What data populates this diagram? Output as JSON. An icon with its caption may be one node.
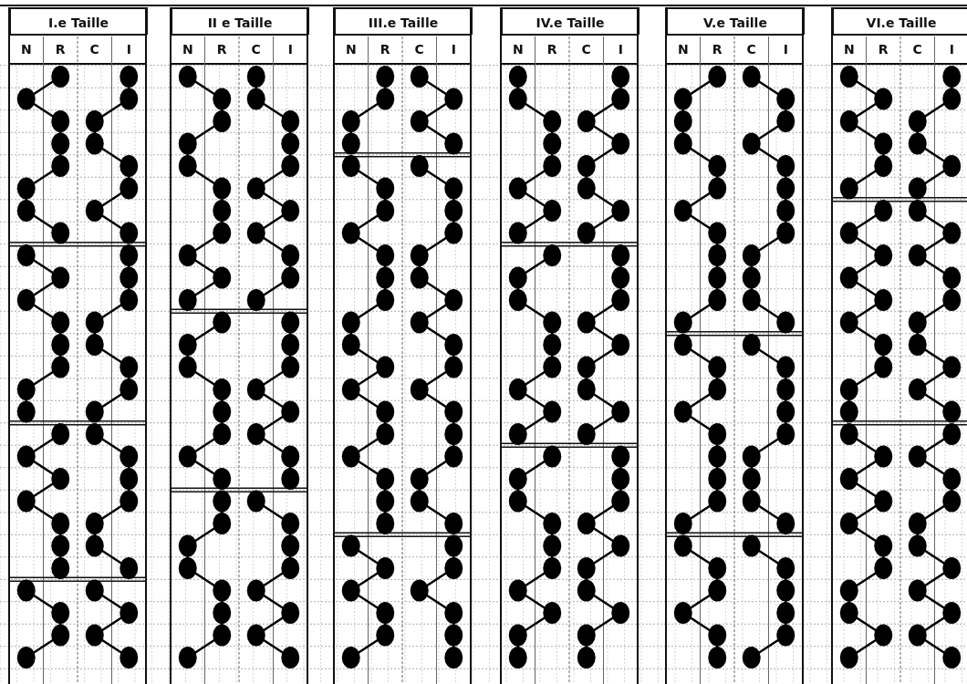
{
  "diagram": {
    "labels": [
      "I.e Taille",
      "N",
      "R",
      "C",
      "I",
      "II e Taille",
      "N",
      "R",
      "C",
      "I",
      "III.e Taille",
      "N",
      "R",
      "C",
      "I",
      "IV.e Taille",
      "N",
      "R",
      "C",
      "I",
      "V.e Taille",
      "N",
      "R",
      "C",
      "I",
      "VI.e Taille",
      "N",
      "R",
      "C",
      "I"
    ]
  }
}
